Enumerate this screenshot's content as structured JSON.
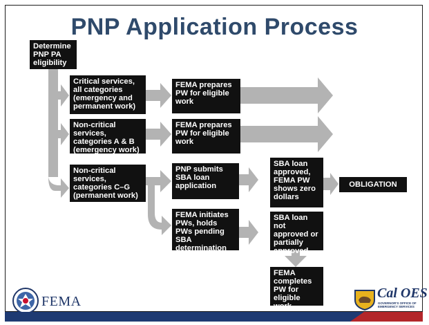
{
  "title": "PNP Application Process",
  "colors": {
    "arrow": "#b3b3b3",
    "box": "#111111",
    "title": "#2f4a6b",
    "brand_blue": "#1f3668",
    "bar_blue": "#1e3a72",
    "bar_red": "#b3262a",
    "seal_gold": "#e8b21e"
  },
  "boxes": {
    "determine": "Determine PNP PA eligibility",
    "critical": "Critical services, all categories (emergency and permanent work)",
    "noncritical_ab": "Non-critical services, categories A & B (emergency work)",
    "noncritical_cg": "Non-critical services, categories C–G (permanent work)",
    "fema_prepares_1": "FEMA prepares PW for eligible work",
    "fema_prepares_2": "FEMA prepares PW for eligible work",
    "pnp_submits": "PNP submits SBA loan application",
    "fema_initiates": "FEMA initiates PWs, holds PWs pending SBA determination",
    "sba_approved": "SBA loan approved, FEMA PW shows zero dollars",
    "sba_not_approved": "SBA loan not approved or partially approved",
    "obligation": "OBLIGATION",
    "fema_completes": "FEMA completes PW for eligible work"
  },
  "logos": {
    "fema": {
      "name": "FEMA",
      "icon": "dhs-seal-icon"
    },
    "caloes": {
      "name": "Cal OES",
      "subtitle": "GOVERNOR'S OFFICE OF EMERGENCY SERVICES",
      "icon": "california-bear-seal-icon"
    }
  }
}
